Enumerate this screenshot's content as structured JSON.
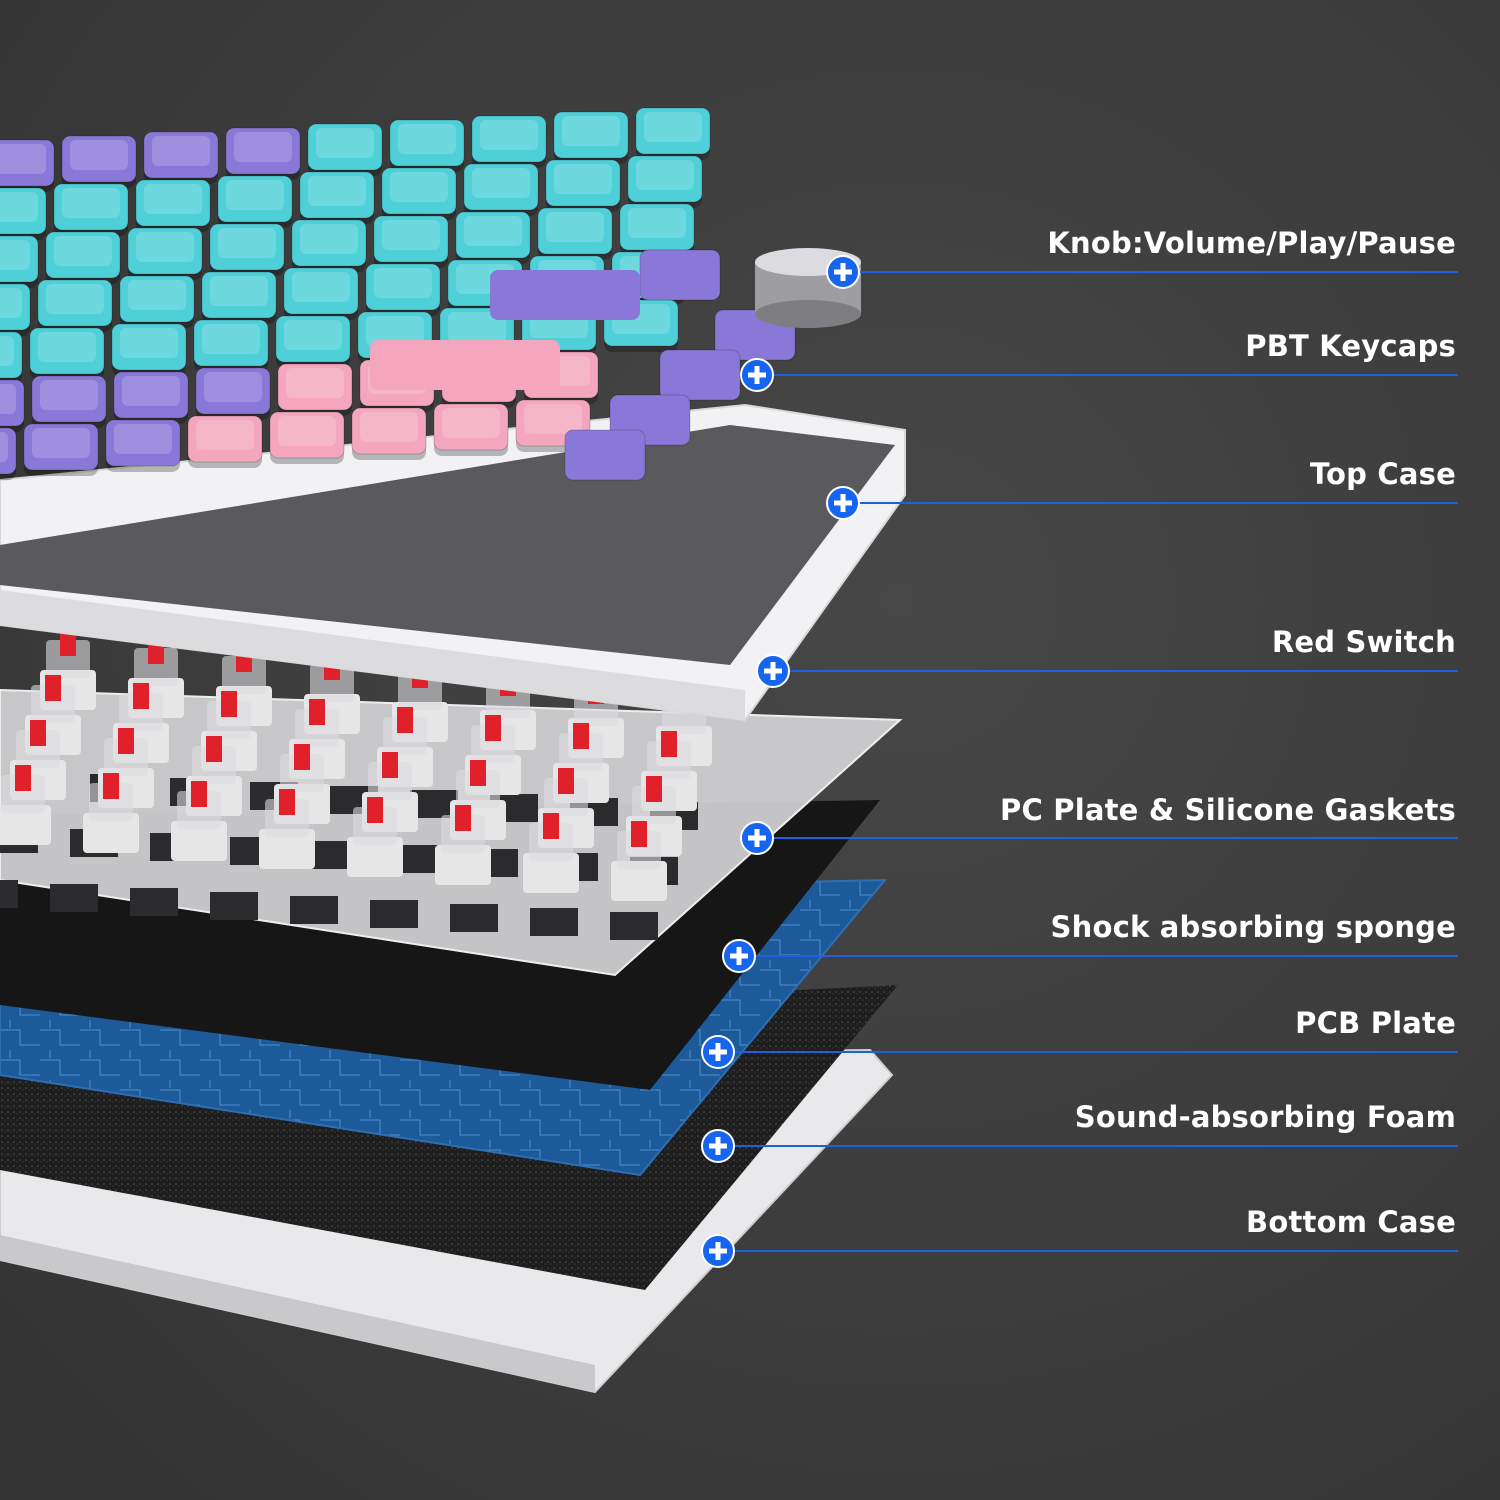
{
  "callouts": [
    {
      "id": "knob",
      "label": "Knob:Volume/Play/Pause"
    },
    {
      "id": "keycaps",
      "label": "PBT Keycaps"
    },
    {
      "id": "top-case",
      "label": "Top Case"
    },
    {
      "id": "switch",
      "label": "Red Switch"
    },
    {
      "id": "plate",
      "label": "PC Plate & Silicone Gaskets"
    },
    {
      "id": "sponge",
      "label": "Shock absorbing sponge"
    },
    {
      "id": "pcb",
      "label": "PCB Plate"
    },
    {
      "id": "foam",
      "label": "Sound-absorbing Foam"
    },
    {
      "id": "bottom-case",
      "label": "Bottom Case"
    }
  ],
  "colors": {
    "accent": "#1565f0",
    "line": "#1f5fe0",
    "background": "#3b3b3b"
  }
}
